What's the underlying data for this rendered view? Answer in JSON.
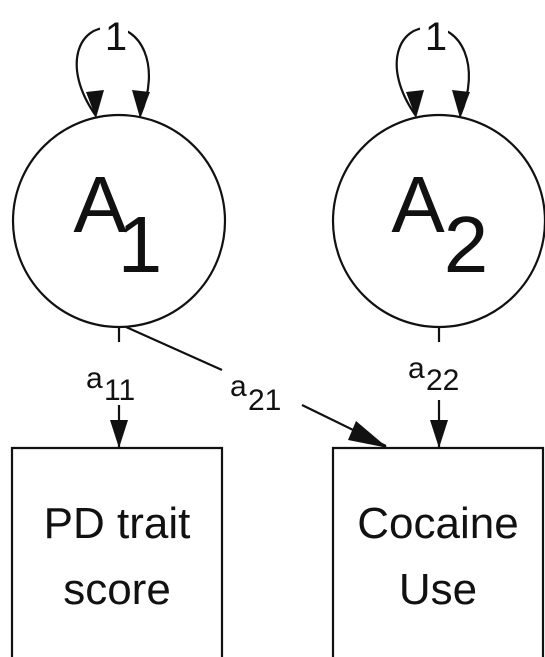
{
  "diagram": {
    "latent_factors": [
      {
        "letter": "A",
        "index": "1",
        "variance": "1"
      },
      {
        "letter": "A",
        "index": "2",
        "variance": "1"
      }
    ],
    "observed": [
      {
        "line1": "PD trait",
        "line2": "score"
      },
      {
        "line1": "Cocaine",
        "line2": "Use"
      }
    ],
    "paths": [
      {
        "letter": "a",
        "subscript": "11"
      },
      {
        "letter": "a",
        "subscript": "21"
      },
      {
        "letter": "a",
        "subscript": "22"
      }
    ],
    "colors": {
      "stroke": "#111111",
      "background": "#ffffff"
    }
  }
}
